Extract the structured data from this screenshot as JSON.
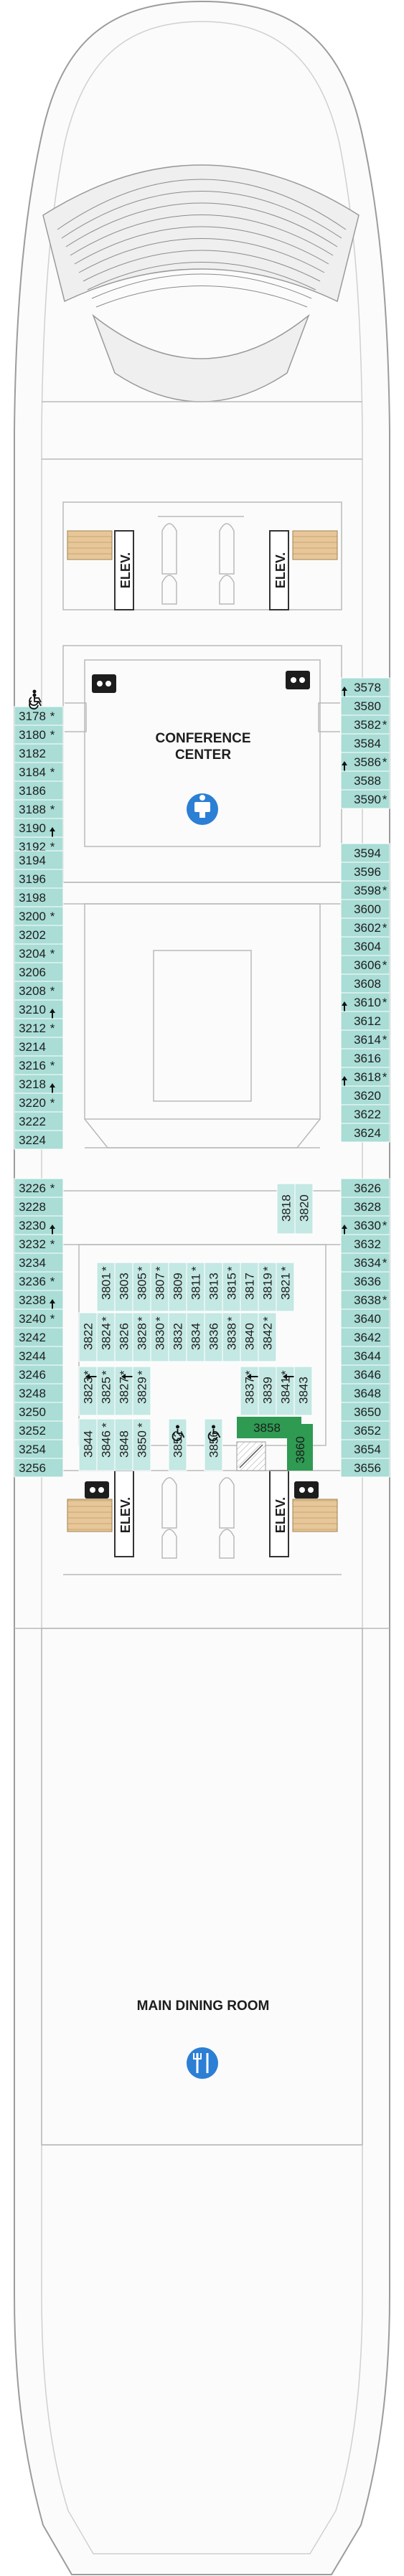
{
  "rooms": {
    "conference_line1": "CONFERENCE",
    "conference_line2": "CENTER",
    "dining": "MAIN DINING ROOM"
  },
  "elevator_label": "ELEV.",
  "colors": {
    "cabin": "#a9ddd6",
    "cabin_interior": "#c4e8e3",
    "suite": "#2e9a52",
    "deck_line": "#b9b9b9",
    "icon_blue": "#2b7fd4"
  },
  "icons": [
    "accessible-icon",
    "restroom-icon",
    "conference-icon",
    "dining-icon",
    "elevator-icon",
    "stairs-icon",
    "connecting-arrow-icon"
  ],
  "port_cabins": [
    {
      "n": "3178",
      "s": "*",
      "acc": true
    },
    {
      "n": "3180",
      "s": "*"
    },
    {
      "n": "3182",
      "s": ""
    },
    {
      "n": "3184",
      "s": "*"
    },
    {
      "n": "3186",
      "s": ""
    },
    {
      "n": "3188",
      "s": "*"
    },
    {
      "n": "3190",
      "s": "",
      "conn": true
    },
    {
      "n": "3192",
      "s": "*"
    },
    {
      "n": "3194",
      "s": ""
    },
    {
      "n": "3196",
      "s": ""
    },
    {
      "n": "3198",
      "s": ""
    },
    {
      "n": "3200",
      "s": "*"
    },
    {
      "n": "3202",
      "s": ""
    },
    {
      "n": "3204",
      "s": "*"
    },
    {
      "n": "3206",
      "s": ""
    },
    {
      "n": "3208",
      "s": "*"
    },
    {
      "n": "3210",
      "s": "",
      "conn": true
    },
    {
      "n": "3212",
      "s": "*"
    },
    {
      "n": "3214",
      "s": ""
    },
    {
      "n": "3216",
      "s": "*"
    },
    {
      "n": "3218",
      "s": "",
      "conn": true
    },
    {
      "n": "3220",
      "s": "*"
    },
    {
      "n": "3222",
      "s": ""
    },
    {
      "n": "3224",
      "s": ""
    },
    {
      "n": "3226",
      "s": "*"
    },
    {
      "n": "3228",
      "s": ""
    },
    {
      "n": "3230",
      "s": "",
      "conn": true
    },
    {
      "n": "3232",
      "s": "*"
    },
    {
      "n": "3234",
      "s": ""
    },
    {
      "n": "3236",
      "s": "*"
    },
    {
      "n": "3238",
      "s": "",
      "conn": true
    },
    {
      "n": "3240",
      "s": "*"
    },
    {
      "n": "3242",
      "s": ""
    },
    {
      "n": "3244",
      "s": ""
    },
    {
      "n": "3246",
      "s": ""
    },
    {
      "n": "3248",
      "s": ""
    },
    {
      "n": "3250",
      "s": ""
    },
    {
      "n": "3252",
      "s": ""
    },
    {
      "n": "3254",
      "s": ""
    },
    {
      "n": "3256",
      "s": ""
    }
  ],
  "starboard_cabins": [
    {
      "n": "3578",
      "s": "",
      "conn": true
    },
    {
      "n": "3580",
      "s": ""
    },
    {
      "n": "3582",
      "s": "*"
    },
    {
      "n": "3584",
      "s": ""
    },
    {
      "n": "3586",
      "s": "*",
      "conn": true
    },
    {
      "n": "3588",
      "s": ""
    },
    {
      "n": "3590",
      "s": "*"
    },
    {
      "n": "3594",
      "s": ""
    },
    {
      "n": "3596",
      "s": ""
    },
    {
      "n": "3598",
      "s": "*"
    },
    {
      "n": "3600",
      "s": ""
    },
    {
      "n": "3602",
      "s": "*"
    },
    {
      "n": "3604",
      "s": ""
    },
    {
      "n": "3606",
      "s": "*"
    },
    {
      "n": "3608",
      "s": ""
    },
    {
      "n": "3610",
      "s": "*",
      "conn": true
    },
    {
      "n": "3612",
      "s": ""
    },
    {
      "n": "3614",
      "s": "*"
    },
    {
      "n": "3616",
      "s": ""
    },
    {
      "n": "3618",
      "s": "*",
      "conn": true
    },
    {
      "n": "3620",
      "s": ""
    },
    {
      "n": "3622",
      "s": ""
    },
    {
      "n": "3624",
      "s": ""
    },
    {
      "n": "3626",
      "s": ""
    },
    {
      "n": "3628",
      "s": ""
    },
    {
      "n": "3630",
      "s": "*",
      "conn": true
    },
    {
      "n": "3632",
      "s": ""
    },
    {
      "n": "3634",
      "s": "*"
    },
    {
      "n": "3636",
      "s": ""
    },
    {
      "n": "3638",
      "s": "*"
    },
    {
      "n": "3640",
      "s": ""
    },
    {
      "n": "3642",
      "s": ""
    },
    {
      "n": "3644",
      "s": ""
    },
    {
      "n": "3646",
      "s": ""
    },
    {
      "n": "3648",
      "s": ""
    },
    {
      "n": "3650",
      "s": ""
    },
    {
      "n": "3652",
      "s": ""
    },
    {
      "n": "3654",
      "s": ""
    },
    {
      "n": "3656",
      "s": ""
    }
  ],
  "interior_cabins": [
    {
      "n": "3818",
      "s": ""
    },
    {
      "n": "3820",
      "s": ""
    },
    {
      "n": "3801",
      "s": "*"
    },
    {
      "n": "3803",
      "s": ""
    },
    {
      "n": "3805",
      "s": "*"
    },
    {
      "n": "3807",
      "s": "*"
    },
    {
      "n": "3809",
      "s": ""
    },
    {
      "n": "3811",
      "s": "*"
    },
    {
      "n": "3813",
      "s": ""
    },
    {
      "n": "3815",
      "s": "*"
    },
    {
      "n": "3817",
      "s": ""
    },
    {
      "n": "3819",
      "s": "*"
    },
    {
      "n": "3821",
      "s": "*"
    },
    {
      "n": "3822",
      "s": ""
    },
    {
      "n": "3824",
      "s": "*"
    },
    {
      "n": "3826",
      "s": ""
    },
    {
      "n": "3828",
      "s": "*"
    },
    {
      "n": "3830",
      "s": "*"
    },
    {
      "n": "3832",
      "s": ""
    },
    {
      "n": "3834",
      "s": ""
    },
    {
      "n": "3836",
      "s": ""
    },
    {
      "n": "3838",
      "s": "*"
    },
    {
      "n": "3840",
      "s": ""
    },
    {
      "n": "3842",
      "s": "*"
    },
    {
      "n": "3823",
      "s": "*",
      "conn": true
    },
    {
      "n": "3825",
      "s": "*"
    },
    {
      "n": "3827",
      "s": "*",
      "conn": true
    },
    {
      "n": "3829",
      "s": "*"
    },
    {
      "n": "3837",
      "s": "*",
      "conn": true
    },
    {
      "n": "3839",
      "s": ""
    },
    {
      "n": "3841",
      "s": "*",
      "conn": true
    },
    {
      "n": "3843",
      "s": ""
    },
    {
      "n": "3844",
      "s": ""
    },
    {
      "n": "3846",
      "s": "*"
    },
    {
      "n": "3848",
      "s": ""
    },
    {
      "n": "3850",
      "s": "*"
    },
    {
      "n": "3852",
      "s": "",
      "acc": true
    },
    {
      "n": "3856",
      "s": "",
      "acc": true
    }
  ],
  "suites": [
    {
      "n": "3858"
    },
    {
      "n": "3860"
    }
  ]
}
